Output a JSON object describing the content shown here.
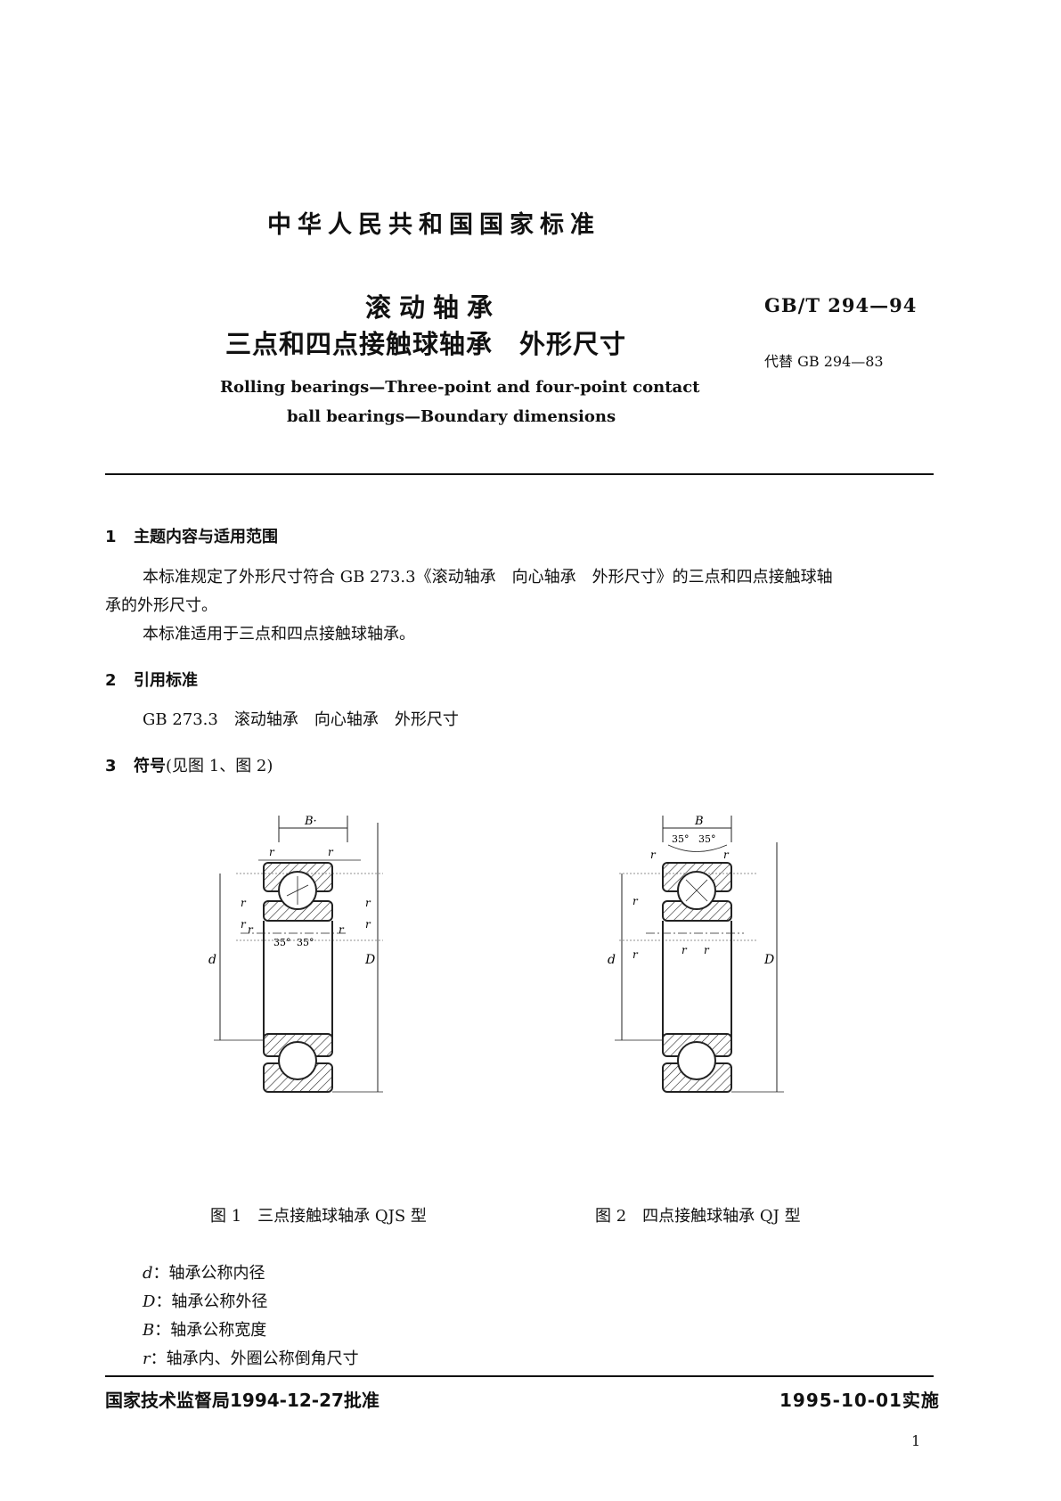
{
  "header": {
    "national_standard": "中华人民共和国国家标准",
    "title_line1": "滚动轴承",
    "title_line2": "三点和四点接触球轴承　外形尺寸",
    "std_number": "GB/T 294—94",
    "replaces": "代替 GB 294—83",
    "en_title_line1": "Rolling bearings—Three-point and four-point contact",
    "en_title_line2": "ball bearings—Boundary dimensions"
  },
  "sections": {
    "s1": {
      "num": "1",
      "title": "主题内容与适用范围",
      "p1": "本标准规定了外形尺寸符合 GB 273.3《滚动轴承　向心轴承　外形尺寸》的三点和四点接触球轴",
      "p1_cont": "承的外形尺寸。",
      "p2": "本标准适用于三点和四点接触球轴承。"
    },
    "s2": {
      "num": "2",
      "title": "引用标准",
      "ref": "GB 273.3　滚动轴承　向心轴承　外形尺寸"
    },
    "s3": {
      "num": "3",
      "title": "符号",
      "note": "(见图 1、图 2)"
    }
  },
  "figures": {
    "fig1": {
      "caption": "图 1　三点接触球轴承 QJS 型",
      "label_B": "B·",
      "label_r": "r",
      "label_d": "d",
      "label_D": "D",
      "angle_left": "35°",
      "angle_right": "35°"
    },
    "fig2": {
      "caption": "图 2　四点接触球轴承 QJ 型",
      "label_B": "B",
      "label_r": "r",
      "label_d": "d",
      "label_D": "D",
      "angle_left": "35°",
      "angle_right": "35°"
    }
  },
  "symbols": [
    {
      "sym": "d",
      "desc": "：轴承公称内径"
    },
    {
      "sym": "D",
      "desc": "：轴承公称外径"
    },
    {
      "sym": "B",
      "desc": "：轴承公称宽度"
    },
    {
      "sym": "r",
      "desc": "：轴承内、外圈公称倒角尺寸"
    }
  ],
  "footer": {
    "approved": "国家技术监督局1994-12-27批准",
    "effective": "1995-10-01实施",
    "page": "1"
  }
}
